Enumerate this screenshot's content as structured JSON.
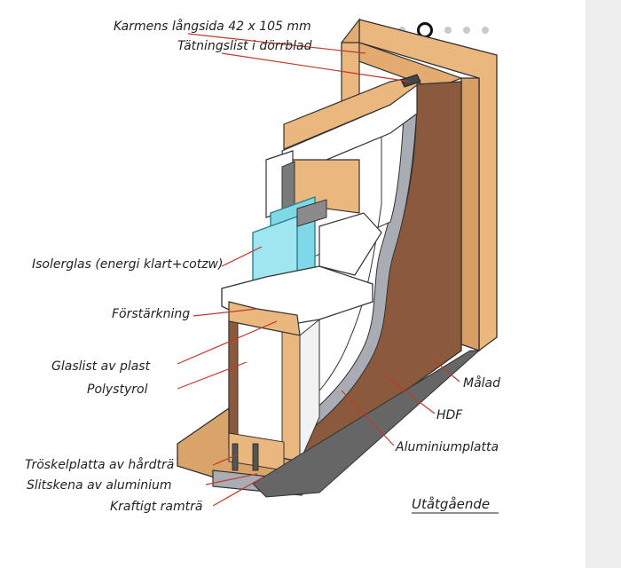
{
  "carousel": {
    "count": 6,
    "active": 3
  },
  "labels": {
    "karmens_langsida": "Karmens långsida 42 x 105 mm",
    "tatningslist": "Tätningslist i dörrblad",
    "isolerglas": "Isolerglas (energi klart+cotzw)",
    "forstarkning": "Förstärkning",
    "glaslist": "Glaslist av plast",
    "polystyrol": "Polystyrol",
    "troskelplatta": "Tröskelplatta av hårdträ",
    "slitskena": "Slitskena av aluminium",
    "kraftigt_ramtra": "Kraftigt ramträ",
    "malad": "Målad",
    "hdf": "HDF",
    "aluminiumplatta": "Aluminiumplatta",
    "utatgaende": "Utåtgående"
  },
  "colors": {
    "wood": "#eab77f",
    "wood_dark": "#d99e63",
    "hdf_brown": "#8b5a3c",
    "aluminium": "#a9acb3",
    "white_panel": "#ffffff",
    "glass": "#7fd8e6",
    "leader": "#c0392b",
    "outline": "#333333"
  }
}
